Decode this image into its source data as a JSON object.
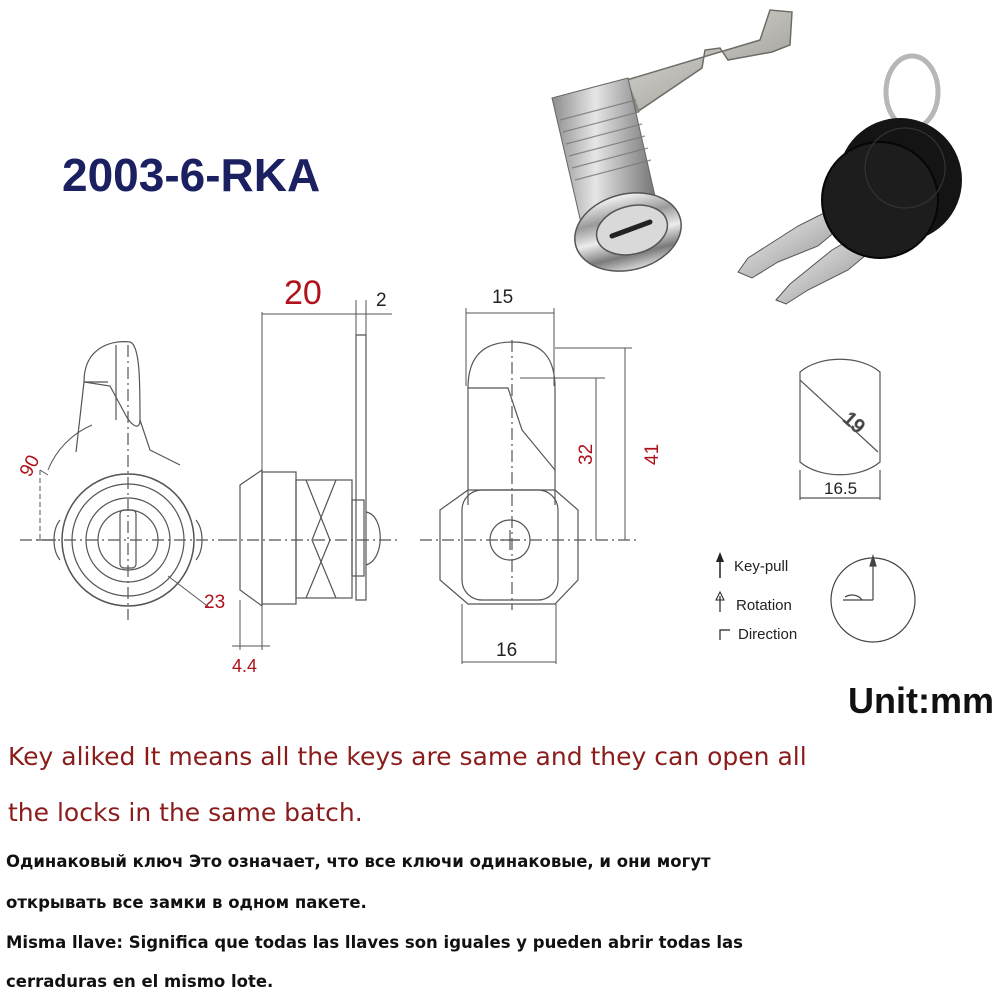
{
  "model_code": "2003-6-RKA",
  "dimensions": {
    "length": "20",
    "cam_thickness": "2",
    "angle": "90",
    "diameter_nut": "23",
    "flange": "4.4",
    "cam_width": "15",
    "inner_height": "32",
    "total_height": "41",
    "body_width": "16",
    "hole_diameter": "19",
    "hole_flat": "16.5"
  },
  "legend": {
    "key_pull": "Key-pull",
    "rotation": "Rotation",
    "direction": "Direction"
  },
  "unit": "Unit:mm",
  "description": {
    "english_line1": "Key aliked  It means all the keys are same and they can open all",
    "english_line2": "the locks in the same batch.",
    "russian_line1": "Одинаковый ключ   Это означает, что все ключи одинаковые, и они могут",
    "russian_line2": "открывать все замки в одном пакете.",
    "spanish_line1": "Misma llave: Significa que todas las llaves son iguales y pueden abrir todas las",
    "spanish_line2": "cerraduras en el mismo lote."
  },
  "colors": {
    "title": "#1a2060",
    "dimension": "#b0121b",
    "english_text": "#8a1c1c"
  },
  "icons": [
    "cam-lock-photo",
    "keys-photo",
    "key-pull-icon",
    "rotation-icon",
    "direction-icon"
  ]
}
